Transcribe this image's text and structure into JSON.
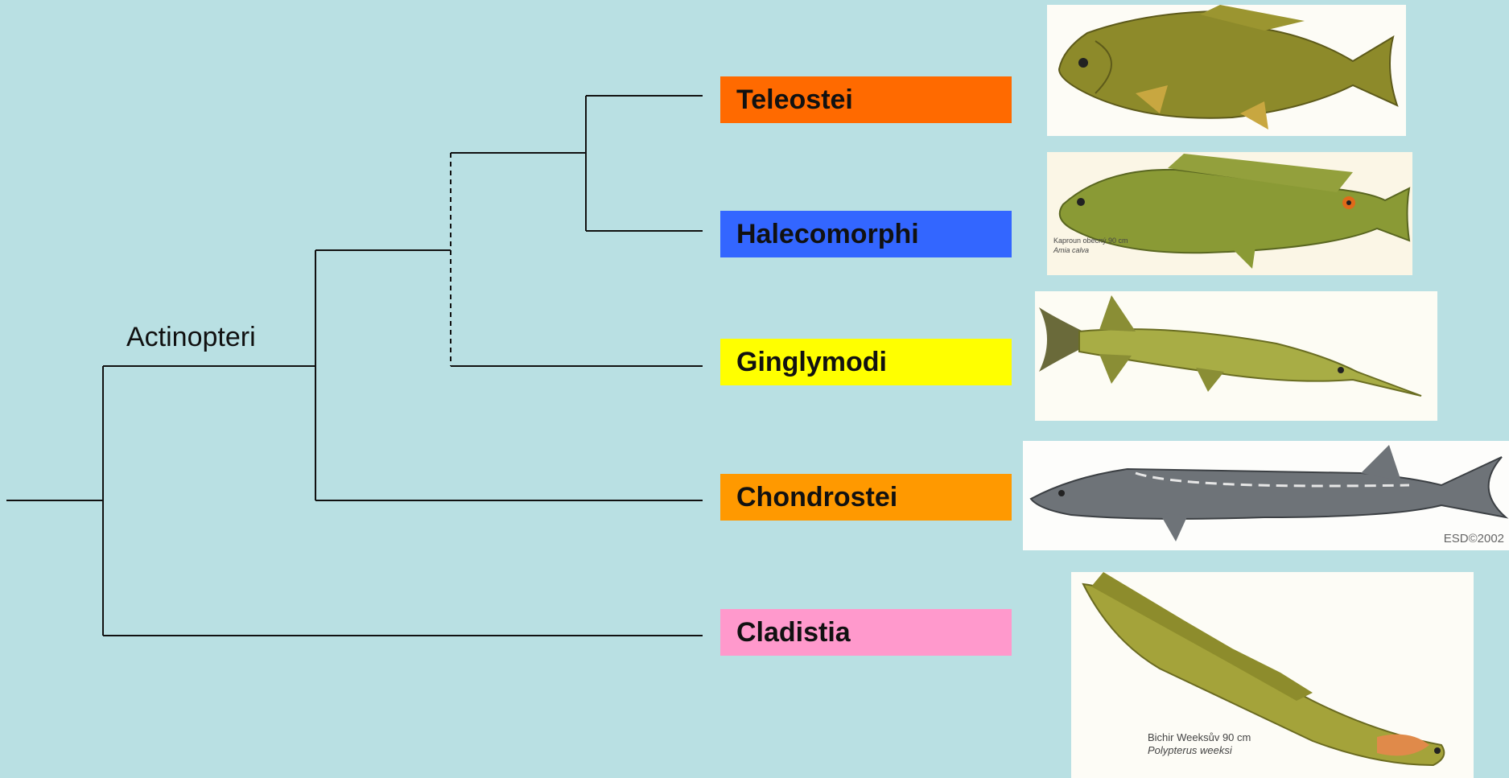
{
  "clade": {
    "label": "Actinopteri"
  },
  "taxa": [
    {
      "name": "Teleostei",
      "color": "#ff6a00"
    },
    {
      "name": "Halecomorphi",
      "color": "#3366ff"
    },
    {
      "name": "Ginglymodi",
      "color": "#ffff00"
    },
    {
      "name": "Chondrostei",
      "color": "#ff9900"
    },
    {
      "name": "Cladistia",
      "color": "#ff99cc"
    }
  ],
  "images": {
    "teleostei": {
      "icon": "carp-fish-illustration"
    },
    "halecomorphi": {
      "icon": "bowfin-fish-illustration",
      "caption_line1": "Kaproun obecný  90 cm",
      "caption_line2": "Amia calva"
    },
    "ginglymodi": {
      "icon": "gar-fish-illustration"
    },
    "chondrostei": {
      "icon": "sturgeon-fish-illustration",
      "copyright": "ESD©2002"
    },
    "cladistia": {
      "icon": "bichir-fish-illustration",
      "caption_line1": "Bichir Weeksův  90 cm",
      "caption_line2": "Polypterus weeksi"
    }
  },
  "colors": {
    "background": "#b9e0e3",
    "branch": "#111111"
  }
}
